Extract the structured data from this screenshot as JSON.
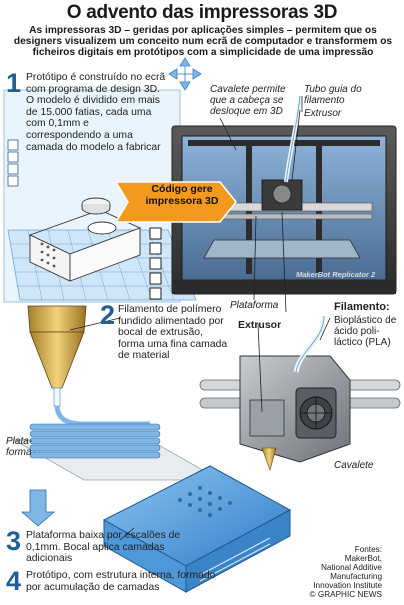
{
  "title": "O advento das impressoras 3D",
  "subtitle": "As impressoras 3D – geridas por aplicações simples – permitem que os designers visualizem um conceito num ecrã de computador e transformem os ficheiros digitais em protótipos com a simplicidade de uma impressão",
  "steps": [
    {
      "number": "1",
      "text": "Protótipo é construído no ecrã com programa de design 3D. O modelo é dividido em mais de 15.000 fatias, cada uma com 0,1mm e correspondendo a uma camada do modelo a fabricar"
    },
    {
      "number": "2",
      "text": "Filamento de polímero fundido alimentado por bocal de extrusão, forma uma fina camada de material"
    },
    {
      "number": "3",
      "text": "Plataforma baixa por escalões de 0,1mm. Bocal aplica camadas adicionais"
    },
    {
      "number": "4",
      "text": "Protótipo, com estrutura interna, formado por acumulação de camadas"
    }
  ],
  "callout": "Código gere impressora 3D",
  "labels": {
    "cavalete_top": "Cavalete permite que a cabeça se desloque em 3D",
    "tubo_guia": "Tubo guia do filamento",
    "extrusor_top": "Extrusor",
    "plataforma_mid": "Plataforma",
    "extrusor_mid": "Extrusor",
    "filamento_title": "Filamento:",
    "filamento_desc": "Bioplástico de ácido poli-láctico (PLA)",
    "plataforma_left": "Plata-forma",
    "cavalete_bottom": "Cavalete",
    "printer_brand": "MakerBot  Replicator 2"
  },
  "sources": [
    "Fontes:",
    "MakerBot,",
    "National Additive",
    "Manufacturing",
    "Innovation Institute"
  ],
  "copyright": "© GRAPHIC NEWS",
  "colors": {
    "accent_blue": "#1f5f95",
    "light_blue": "#7fb6e6",
    "orange": "#f39a1e",
    "printer_dark": "#3a3a3a"
  }
}
